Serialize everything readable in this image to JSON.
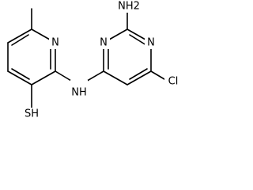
{
  "molecule": {
    "atoms": {
      "amine": "NH2",
      "pyrimidine_n_top": "N",
      "pyrimidine_n_left": "N",
      "chloro": "Cl",
      "bridge_nh": "NH",
      "pyridine_n": "N",
      "thiol": "SH"
    }
  }
}
